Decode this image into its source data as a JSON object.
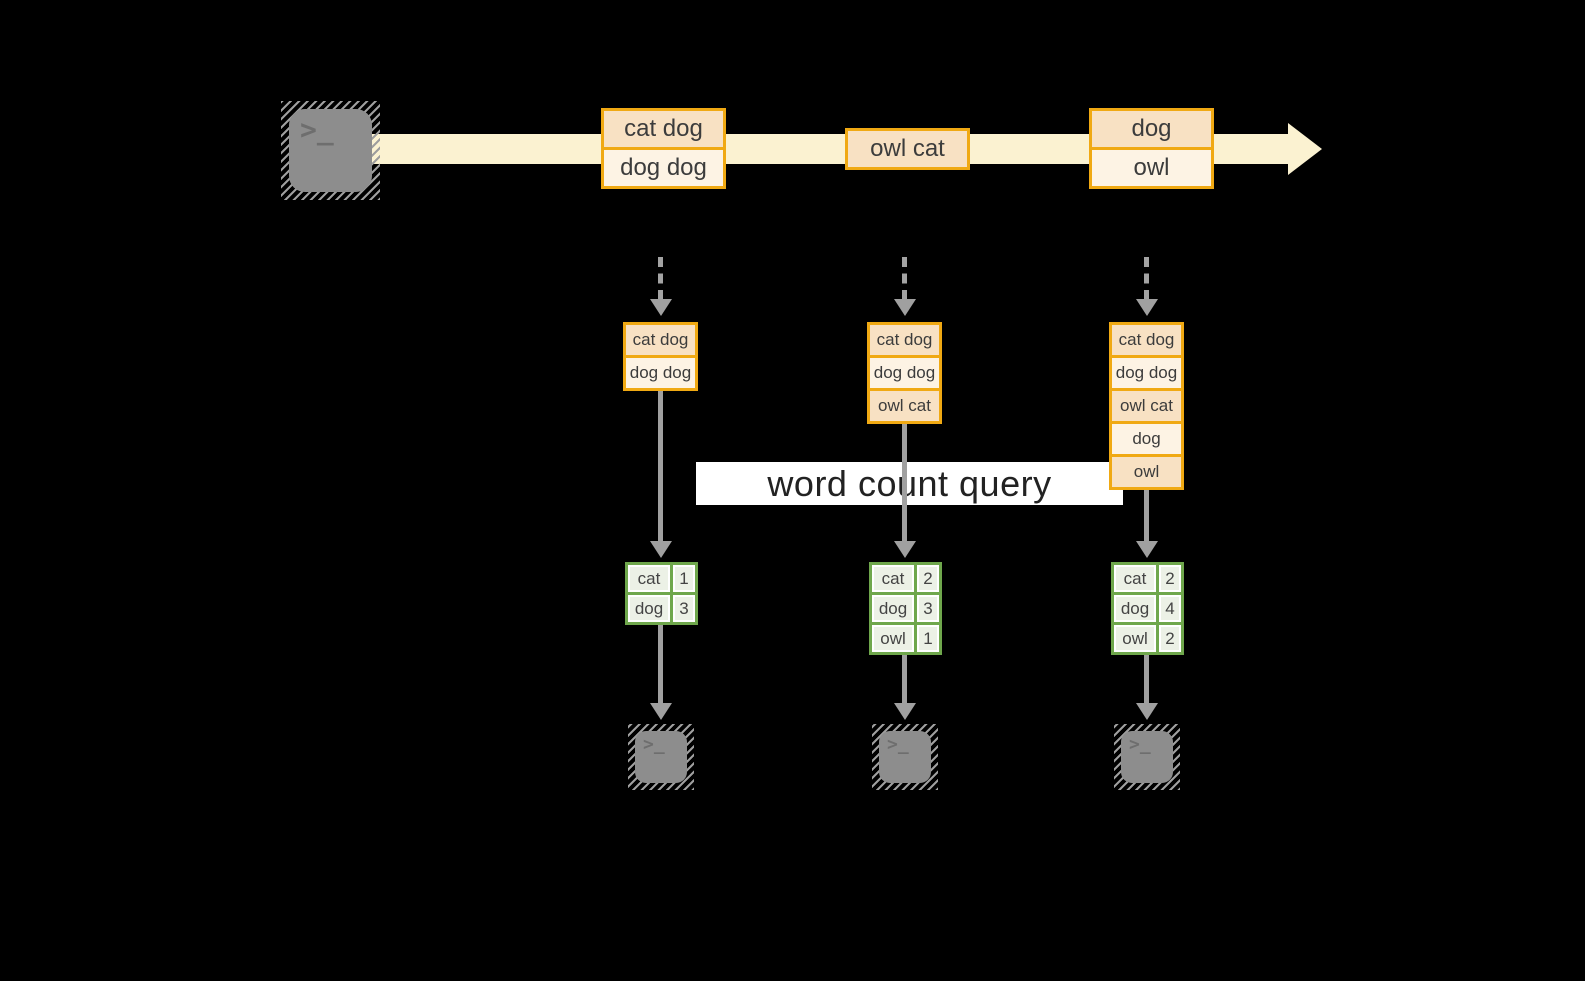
{
  "query": {
    "label": "word count query"
  },
  "terminal": {
    "glyph": ">_"
  },
  "timeline": {
    "events": [
      {
        "rows": [
          "cat dog",
          "dog dog"
        ]
      },
      {
        "rows": [
          "owl cat"
        ]
      },
      {
        "rows": [
          "dog",
          "owl"
        ]
      }
    ]
  },
  "states": [
    {
      "rows": [
        "cat dog",
        "dog dog"
      ]
    },
    {
      "rows": [
        "cat dog",
        "dog dog",
        "owl cat"
      ]
    },
    {
      "rows": [
        "cat dog",
        "dog dog",
        "owl cat",
        "dog",
        "owl"
      ]
    }
  ],
  "results": [
    {
      "rows": [
        {
          "word": "cat",
          "count": "1"
        },
        {
          "word": "dog",
          "count": "3"
        }
      ]
    },
    {
      "rows": [
        {
          "word": "cat",
          "count": "2"
        },
        {
          "word": "dog",
          "count": "3"
        },
        {
          "word": "owl",
          "count": "1"
        }
      ]
    },
    {
      "rows": [
        {
          "word": "cat",
          "count": "2"
        },
        {
          "word": "dog",
          "count": "4"
        },
        {
          "word": "owl",
          "count": "2"
        }
      ]
    }
  ],
  "colors": {
    "background": "#000000",
    "stream_band": "#fbf2d1",
    "box_border_gold": "#f0a913",
    "box_fill_peach": "#f8e1c3",
    "box_fill_cream": "#fdf3e4",
    "table_border_green": "#6fa74c",
    "table_fill_green": "#ecf1e6",
    "connector_gray": "#a0a0a0",
    "terminal_gray": "#8d8d8d",
    "query_band": "#ffffff",
    "text": "#3c3c3c"
  }
}
